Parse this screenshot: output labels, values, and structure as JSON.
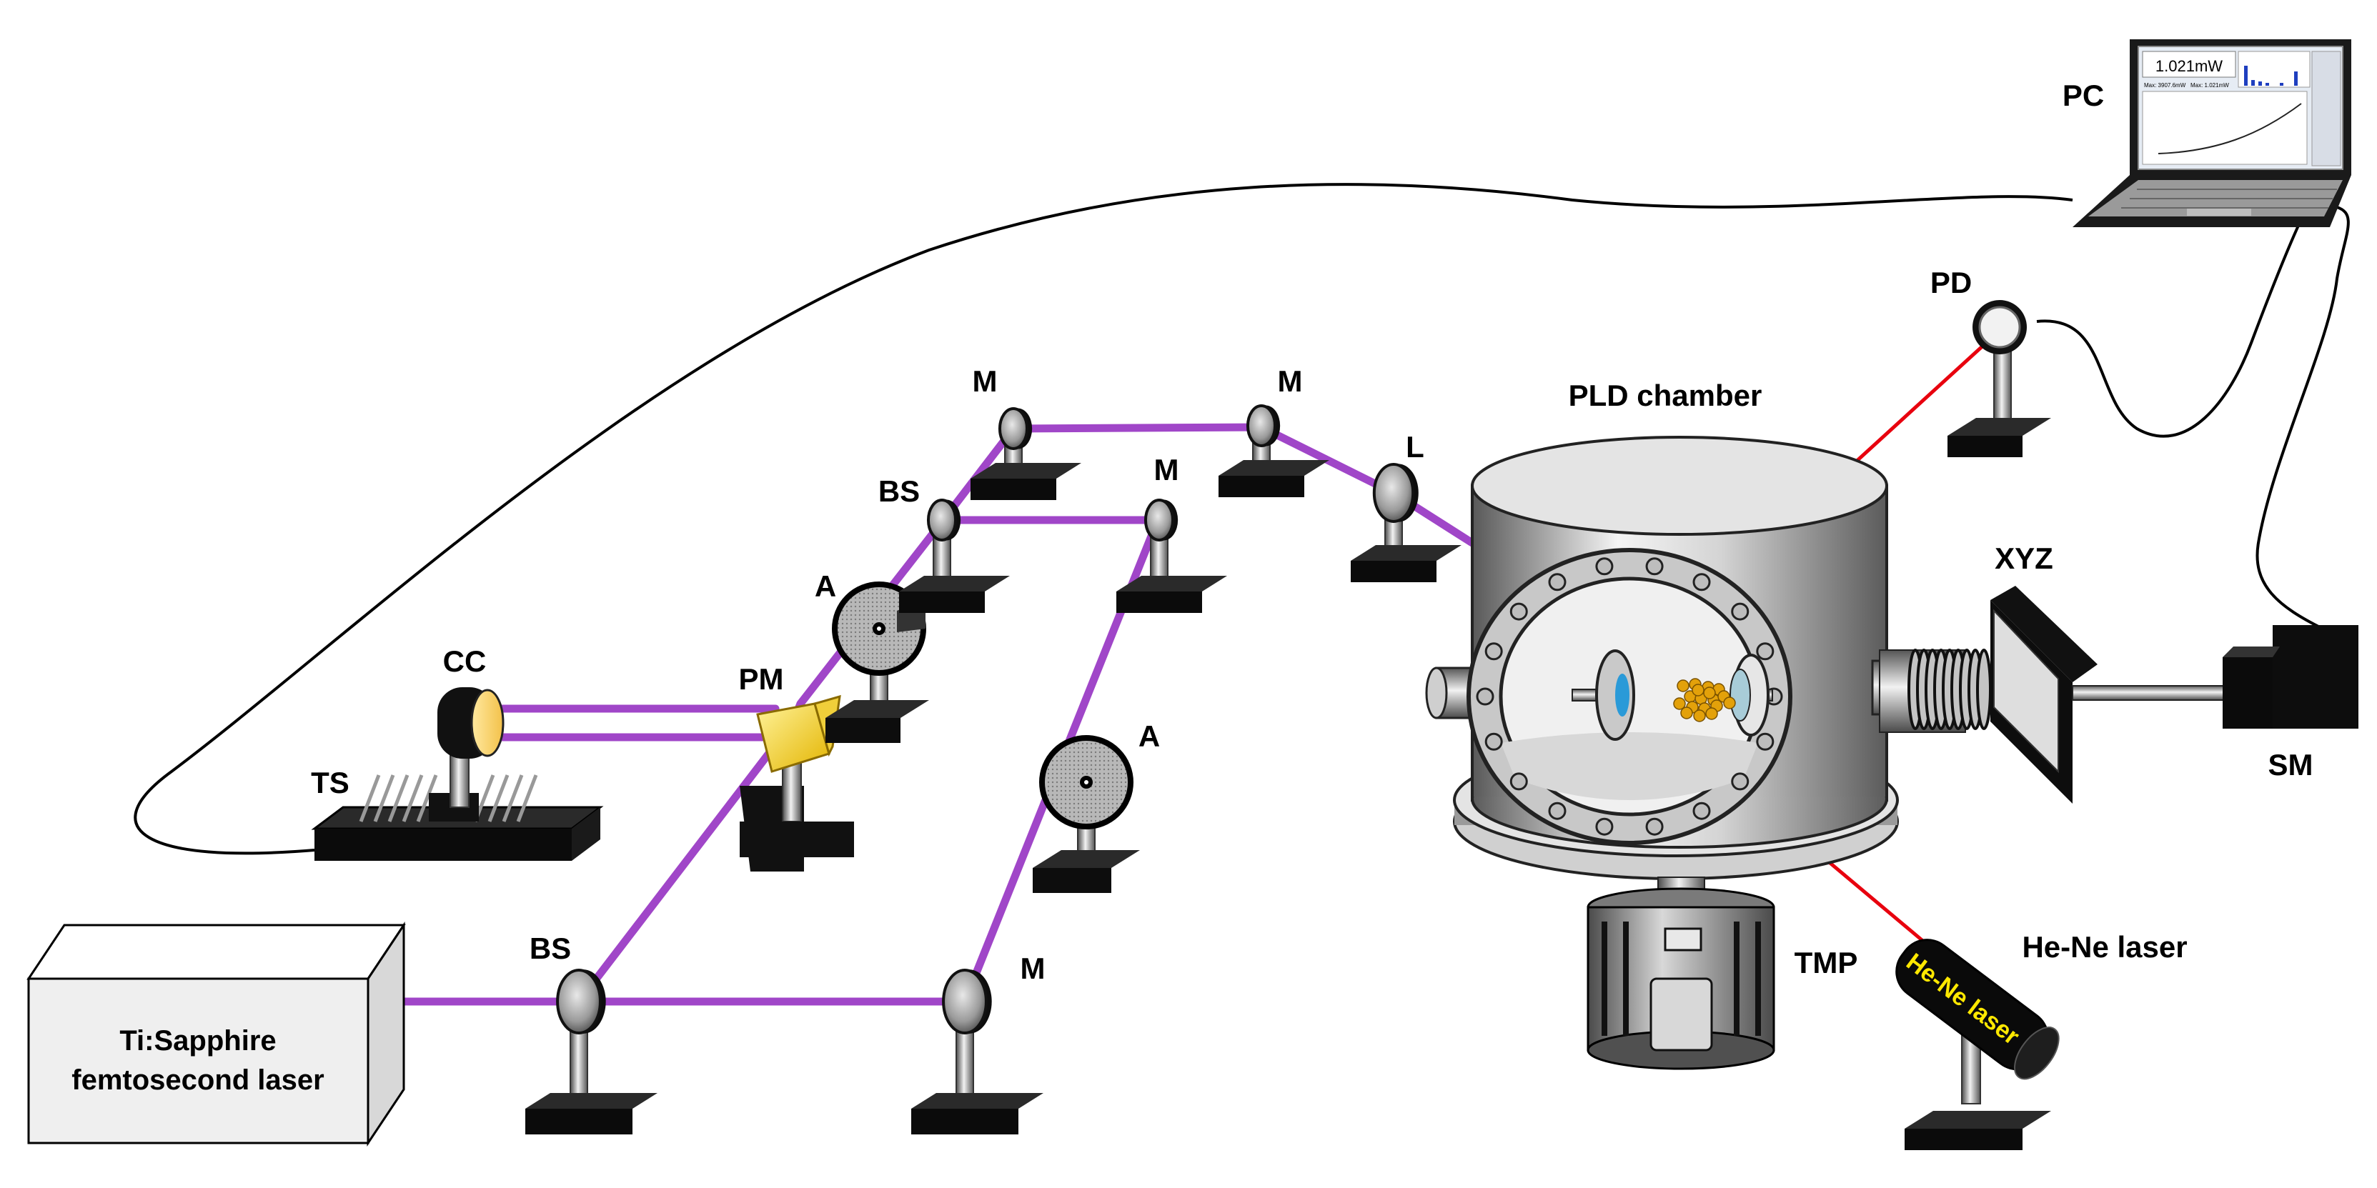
{
  "labels": {
    "laser_line1": "Ti:Sapphire",
    "laser_line2": "femtosecond laser",
    "ts": "TS",
    "cc": "CC",
    "pm": "PM",
    "bs_upper": "BS",
    "bs_lower": "BS",
    "a_upper": "A",
    "a_lower": "A",
    "m_top_left": "M",
    "m_top_right": "M",
    "m_middle": "M",
    "m_bottom": "M",
    "lens": "L",
    "chamber": "PLD chamber",
    "pd": "PD",
    "pc": "PC",
    "xyz": "XYZ",
    "sm": "SM",
    "tmp": "TMP",
    "hene": "He-Ne laser",
    "hene_tube": "He-Ne laser"
  },
  "screen": {
    "power_reading": "1.021mW",
    "max_text": "Max: 3907.6mW",
    "min_text": "Max: 1.021mW"
  },
  "colors": {
    "fs_beam": "#a046c8",
    "hene_beam": "#e8000e",
    "hene_tube_text": "#ffe800"
  }
}
